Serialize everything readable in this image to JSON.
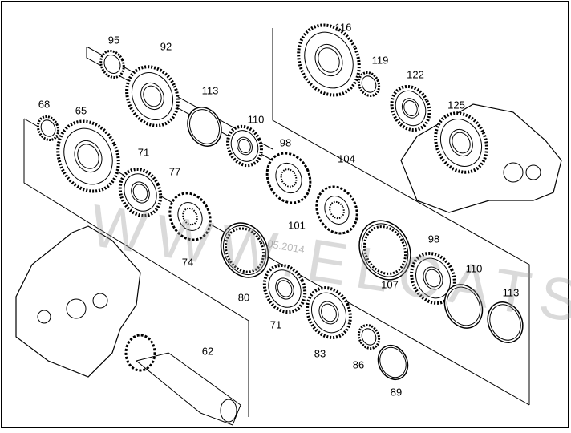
{
  "watermark": "WWW.ELCATS.RU",
  "stamp": "05.2014",
  "callouts": [
    {
      "id": "95"
    },
    {
      "id": "92"
    },
    {
      "id": "113"
    },
    {
      "id": "110"
    },
    {
      "id": "68"
    },
    {
      "id": "65"
    },
    {
      "id": "71"
    },
    {
      "id": "77"
    },
    {
      "id": "98"
    },
    {
      "id": "104"
    },
    {
      "id": "116"
    },
    {
      "id": "119"
    },
    {
      "id": "122"
    },
    {
      "id": "125"
    },
    {
      "id": "74"
    },
    {
      "id": "101"
    },
    {
      "id": "80"
    },
    {
      "id": "71"
    },
    {
      "id": "83"
    },
    {
      "id": "86"
    },
    {
      "id": "89"
    },
    {
      "id": "62"
    },
    {
      "id": "98"
    },
    {
      "id": "110"
    },
    {
      "id": "113"
    },
    {
      "id": "107"
    }
  ]
}
